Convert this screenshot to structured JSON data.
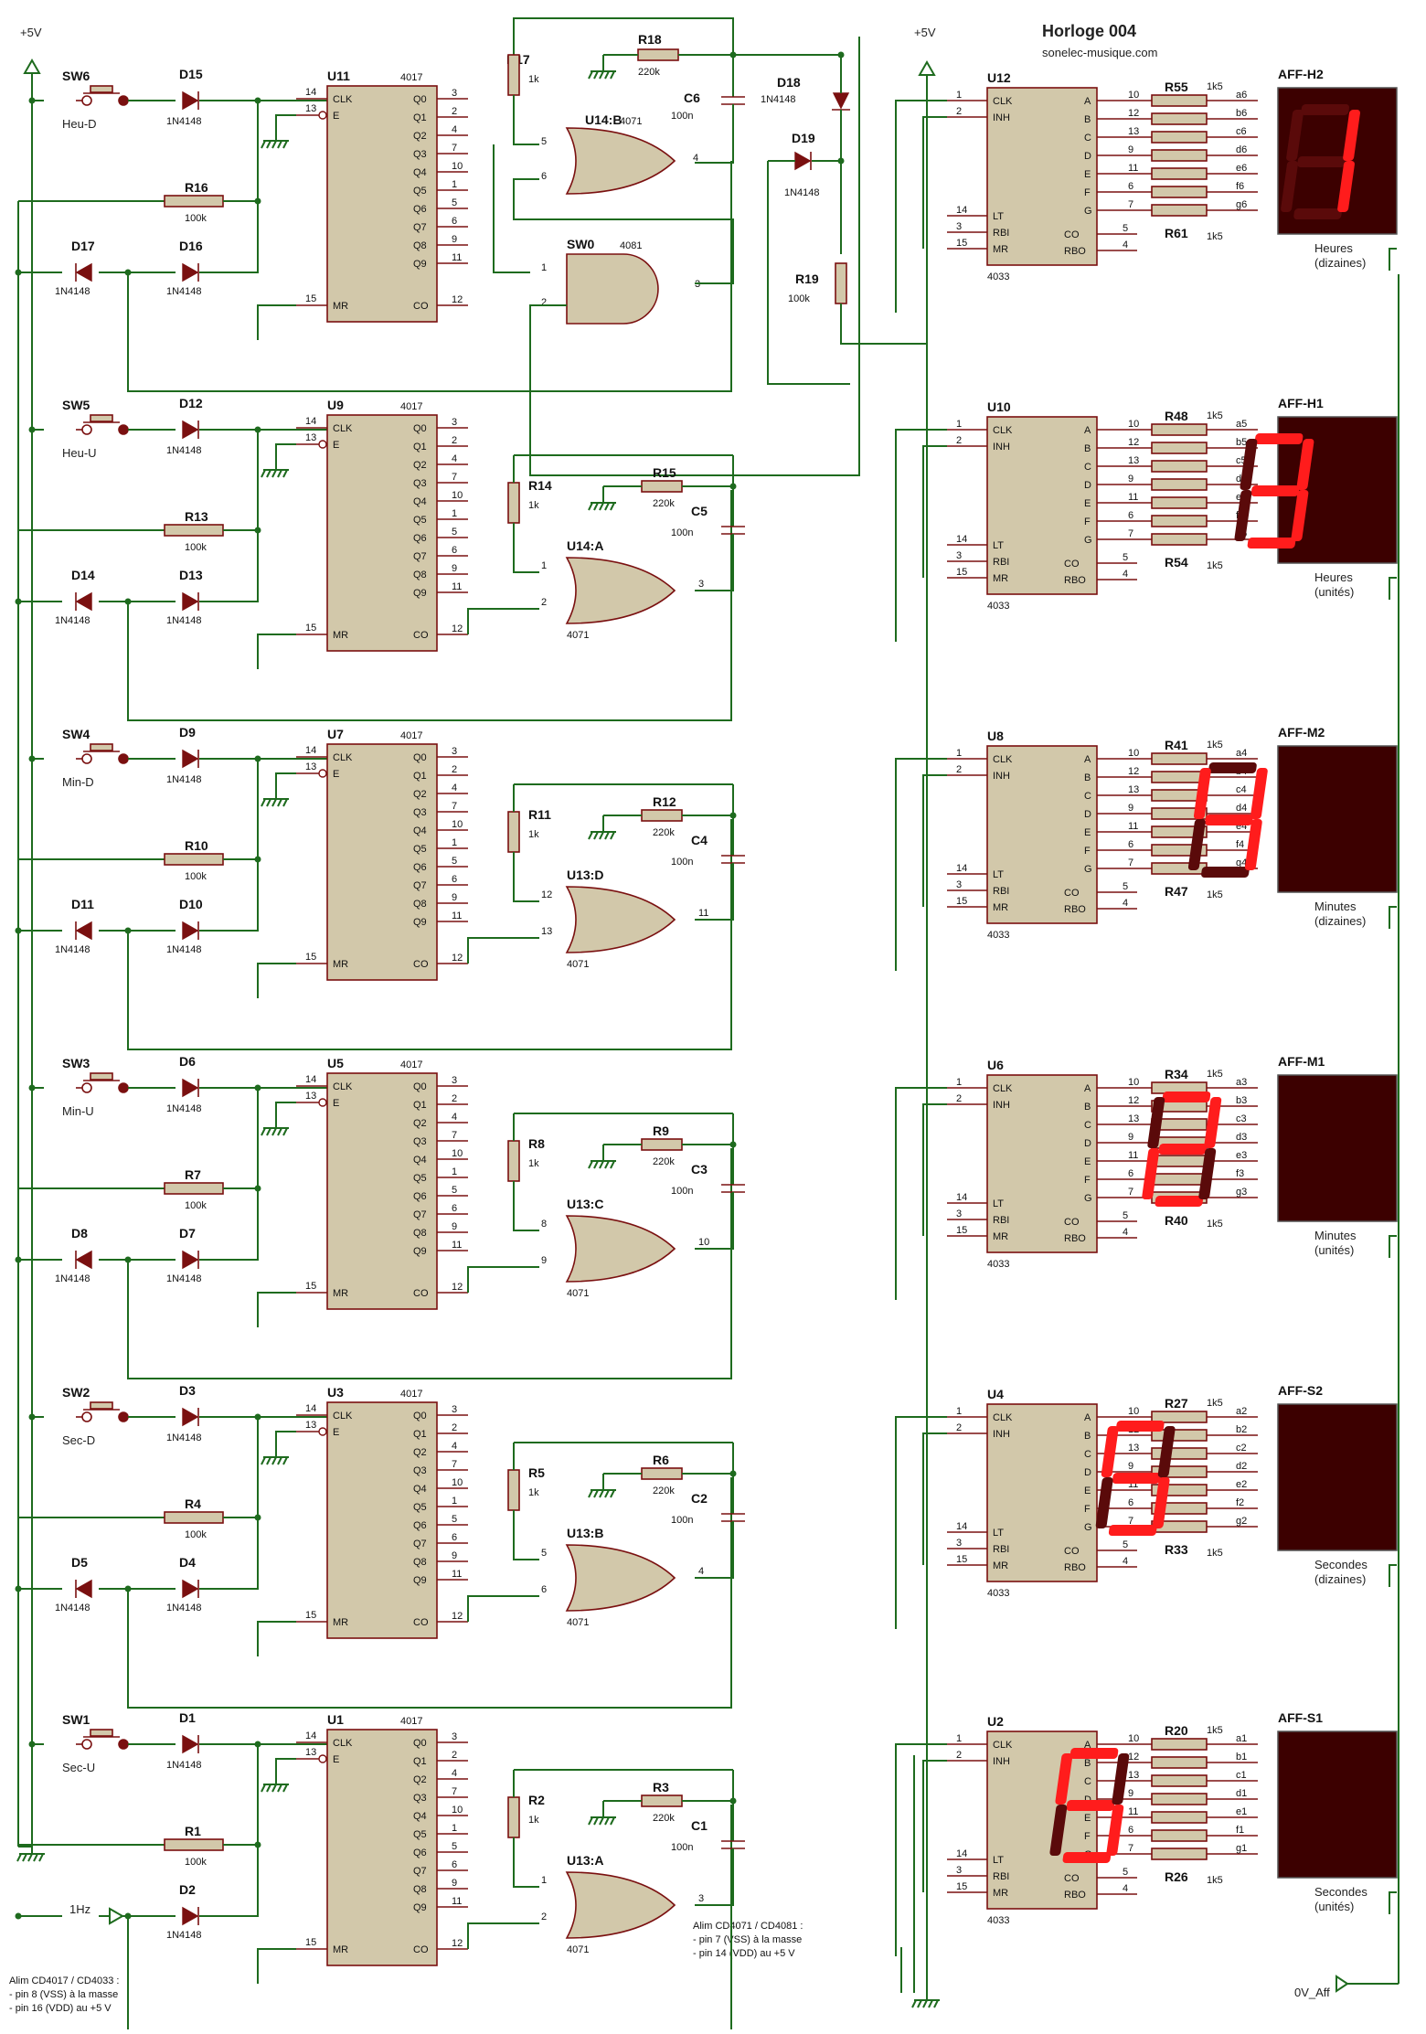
{
  "title": "Horloge 004",
  "site": "sonelec-musique.com",
  "supplies": {
    "vcc_left": "+5V",
    "vcc_mid": "+5V",
    "zero_v": "0V_Aff",
    "clock_in": "1Hz"
  },
  "note_bottom_left": [
    "Alim CD4017 / CD4033 :",
    "- pin 8 (VSS) à la masse",
    "- pin 16 (VDD) au +5 V"
  ],
  "note_bottom_mid": [
    "Alim CD4071 / CD4081 :",
    "- pin 7 (VSS) à la masse",
    "- pin 14 (VDD) au +5 V"
  ],
  "top_block": {
    "r17": {
      "ref": "R17",
      "val": "1k"
    },
    "r18": {
      "ref": "R18",
      "val": "220k"
    },
    "c6": {
      "ref": "C6",
      "val": "100n"
    },
    "d18": {
      "ref": "D18",
      "val": "1N4148"
    },
    "d19": {
      "ref": "D19",
      "val": "1N4148"
    },
    "r19": {
      "ref": "R19",
      "val": "100k"
    },
    "u14b": {
      "ref": "U14:B",
      "type": "4071",
      "p1": "5",
      "p2": "6",
      "out": "4"
    },
    "sw0": {
      "ref": "SW0",
      "type": "4081",
      "p1": "1",
      "p2": "2",
      "out": "3"
    }
  },
  "pins_4017": {
    "left": [
      {
        "num": "14",
        "name": "CLK"
      },
      {
        "num": "13",
        "name": "E"
      },
      {
        "num": "15",
        "name": "MR"
      }
    ],
    "outputs": [
      {
        "name": "Q0",
        "num": "3"
      },
      {
        "name": "Q1",
        "num": "2"
      },
      {
        "name": "Q2",
        "num": "4"
      },
      {
        "name": "Q3",
        "num": "7"
      },
      {
        "name": "Q4",
        "num": "10"
      },
      {
        "name": "Q5",
        "num": "1"
      },
      {
        "name": "Q6",
        "num": "5"
      },
      {
        "name": "Q7",
        "num": "6"
      },
      {
        "name": "Q8",
        "num": "9"
      },
      {
        "name": "Q9",
        "num": "11"
      }
    ],
    "co": {
      "name": "CO",
      "num": "12"
    }
  },
  "pins_4033": {
    "left": [
      {
        "num": "1",
        "name": "CLK"
      },
      {
        "num": "2",
        "name": "INH"
      },
      {
        "num": "14",
        "name": "LT"
      },
      {
        "num": "3",
        "name": "RBI"
      },
      {
        "num": "15",
        "name": "MR"
      }
    ],
    "segs": [
      {
        "name": "A",
        "num": "10"
      },
      {
        "name": "B",
        "num": "12"
      },
      {
        "name": "C",
        "num": "13"
      },
      {
        "name": "D",
        "num": "9"
      },
      {
        "name": "E",
        "num": "11"
      },
      {
        "name": "F",
        "num": "6"
      },
      {
        "name": "G",
        "num": "7"
      }
    ],
    "co": {
      "name": "CO",
      "num": "5"
    },
    "rbo": {
      "name": "RBO",
      "num": "4"
    },
    "type": "4033"
  },
  "type_4017": "4017",
  "type_4071": "4071",
  "diode_type": "1N4148",
  "stages": [
    {
      "sw": "SW6",
      "swlbl": "Heu-D",
      "dIn": "D15",
      "u": "U11",
      "rPull": "R16",
      "rPullVal": "100k",
      "dA": "D17",
      "dB": "D16",
      "u33": "U12",
      "rTop": "R55",
      "rBot": "R61",
      "rVal": "1k5",
      "disp": "AFF-H2",
      "dispLbl": [
        "Heures",
        "(dizaines)"
      ],
      "digit": "1",
      "segSuffix": "6"
    },
    {
      "sw": "SW5",
      "swlbl": "Heu-U",
      "dIn": "D12",
      "u": "U9",
      "rPull": "R13",
      "rPullVal": "100k",
      "dA": "D14",
      "dB": "D13",
      "rc": "R14",
      "rcVal": "1k",
      "rg": "R15",
      "rgVal": "220k",
      "c": "C5",
      "cVal": "100n",
      "gate": "U14:A",
      "gp1": "1",
      "gp2": "2",
      "gout": "3",
      "u33": "U10",
      "rTop": "R48",
      "rBot": "R54",
      "rVal": "1k5",
      "disp": "AFF-H1",
      "dispLbl": [
        "Heures",
        "(unités)"
      ],
      "digit": "3",
      "segSuffix": "5"
    },
    {
      "sw": "SW4",
      "swlbl": "Min-D",
      "dIn": "D9",
      "u": "U7",
      "rPull": "R10",
      "rPullVal": "100k",
      "dA": "D11",
      "dB": "D10",
      "rc": "R11",
      "rcVal": "1k",
      "rg": "R12",
      "rgVal": "220k",
      "c": "C4",
      "cVal": "100n",
      "gate": "U13:D",
      "gp1": "12",
      "gp2": "13",
      "gout": "11",
      "u33": "U8",
      "rTop": "R41",
      "rBot": "R47",
      "rVal": "1k5",
      "disp": "AFF-M2",
      "dispLbl": [
        "Minutes",
        "(dizaines)"
      ],
      "digit": "4",
      "segSuffix": "4"
    },
    {
      "sw": "SW3",
      "swlbl": "Min-U",
      "dIn": "D6",
      "u": "U5",
      "rPull": "R7",
      "rPullVal": "100k",
      "dA": "D8",
      "dB": "D7",
      "rc": "R8",
      "rcVal": "1k",
      "rg": "R9",
      "rgVal": "220k",
      "c": "C3",
      "cVal": "100n",
      "gate": "U13:C",
      "gp1": "8",
      "gp2": "9",
      "gout": "10",
      "u33": "U6",
      "rTop": "R34",
      "rBot": "R40",
      "rVal": "1k5",
      "disp": "AFF-M1",
      "dispLbl": [
        "Minutes",
        "(unités)"
      ],
      "digit": "2",
      "segSuffix": "3"
    },
    {
      "sw": "SW2",
      "swlbl": "Sec-D",
      "dIn": "D3",
      "u": "U3",
      "rPull": "R4",
      "rPullVal": "100k",
      "dA": "D5",
      "dB": "D4",
      "rc": "R5",
      "rcVal": "1k",
      "rg": "R6",
      "rgVal": "220k",
      "c": "C2",
      "cVal": "100n",
      "gate": "U13:B",
      "gp1": "5",
      "gp2": "6",
      "gout": "4",
      "u33": "U4",
      "rTop": "R27",
      "rBot": "R33",
      "rVal": "1k5",
      "disp": "AFF-S2",
      "dispLbl": [
        "Secondes",
        "(dizaines)"
      ],
      "digit": "5",
      "segSuffix": "2"
    },
    {
      "sw": "SW1",
      "swlbl": "Sec-U",
      "dIn": "D1",
      "u": "U1",
      "rPull": "R1",
      "rPullVal": "100k",
      "dA": "",
      "dB": "D2",
      "rc": "R2",
      "rcVal": "1k",
      "rg": "R3",
      "rgVal": "220k",
      "c": "C1",
      "cVal": "100n",
      "gate": "U13:A",
      "gp1": "1",
      "gp2": "2",
      "gout": "3",
      "u33": "U2",
      "rTop": "R20",
      "rBot": "R26",
      "rVal": "1k5",
      "disp": "AFF-S1",
      "dispLbl": [
        "Secondes",
        "(unités)"
      ],
      "digit": "5",
      "segSuffix": "1"
    }
  ]
}
